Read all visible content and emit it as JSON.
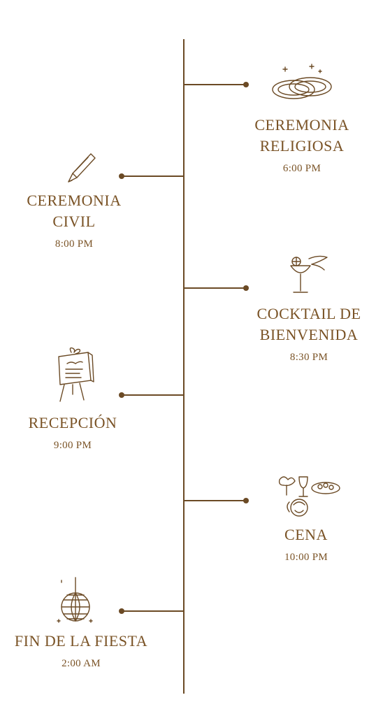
{
  "events": [
    {
      "title": "CEREMONIA\nRELIGIOSA",
      "time": "6:00 PM",
      "icon": "wedding-rings-icon"
    },
    {
      "title": "CEREMONIA\nCIVIL",
      "time": "8:00 PM",
      "icon": "fountain-pen-icon"
    },
    {
      "title": "COCKTAIL DE\nBIENVENIDA",
      "time": "8:30 PM",
      "icon": "cocktail-glass-icon"
    },
    {
      "title": "RECEPCIÓN",
      "time": "9:00 PM",
      "icon": "menu-easel-icon"
    },
    {
      "title": "CENA",
      "time": "10:00 PM",
      "icon": "dinner-food-icon"
    },
    {
      "title": "FIN DE LA FIESTA",
      "time": "2:00 AM",
      "icon": "disco-ball-icon"
    }
  ],
  "colors": {
    "accent": "#6b4a25",
    "text": "#7a5326",
    "background": "#ffffff"
  }
}
